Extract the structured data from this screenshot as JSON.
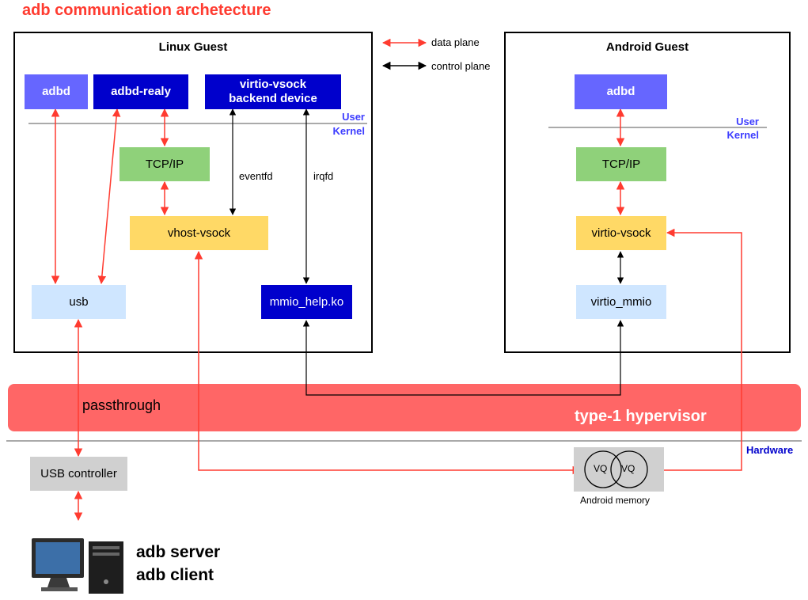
{
  "title": "adb communication archetecture",
  "legend": {
    "data_plane": "data plane",
    "control_plane": "control plane"
  },
  "linux_guest": {
    "title": "Linux Guest",
    "adbd": "adbd",
    "adbd_realy": "adbd-realy",
    "virtio_vsock_backend": "virtio-vsock\nbackend device",
    "user": "User",
    "kernel": "Kernel",
    "tcpip": "TCP/IP",
    "vhost_vsock": "vhost-vsock",
    "eventfd": "eventfd",
    "irqfd": "irqfd",
    "usb": "usb",
    "mmio_help": "mmio_help.ko"
  },
  "android_guest": {
    "title": "Android Guest",
    "adbd": "adbd",
    "user": "User",
    "kernel": "Kernel",
    "tcpip": "TCP/IP",
    "virtio_vsock": "virtio-vsock",
    "virtio_mmio": "virtio_mmio"
  },
  "hypervisor": {
    "label": "type-1 hypervisor",
    "passthrough": "passthrough"
  },
  "hardware": {
    "label": "Hardware",
    "usb_controller": "USB controller",
    "vq1": "VQ",
    "vq2": "VQ",
    "android_memory": "Android memory"
  },
  "host": {
    "line1": "adb server",
    "line2": "adb client",
    "icon": "computer-icon"
  },
  "colors": {
    "data_plane": "#ff3b30",
    "control_plane": "#000000",
    "title": "#ff3b30",
    "hypervisor": "#ff6666"
  }
}
